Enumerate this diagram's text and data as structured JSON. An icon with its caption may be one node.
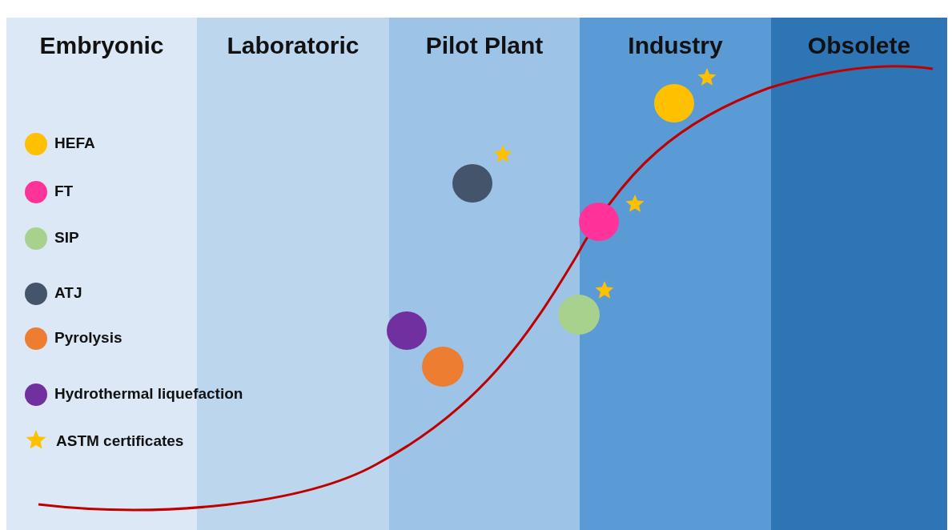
{
  "diagram": {
    "nodes": [
      {
        "text": [
          "Embryonic"
        ]
      },
      {
        "text": [
          "Laboratoric"
        ]
      },
      {
        "text": [
          "Pilot Plant"
        ]
      },
      {
        "text": [
          "Industry"
        ]
      },
      {
        "text": [
          "Obsolete"
        ]
      }
    ],
    "legend": [
      {
        "text": "HEFA",
        "color": "#ffc000"
      },
      {
        "text": "FT",
        "color": "#ff3399"
      },
      {
        "text": "SIP",
        "color": "#a9d18e"
      },
      {
        "text": "ATJ",
        "color": "#44546a"
      },
      {
        "text": "Pyrolysis",
        "color": "#ed7d31"
      },
      {
        "text": "Hydrothermal liquefaction",
        "color": "#7030a0"
      },
      {
        "text": "ASTM certificates"
      }
    ]
  }
}
